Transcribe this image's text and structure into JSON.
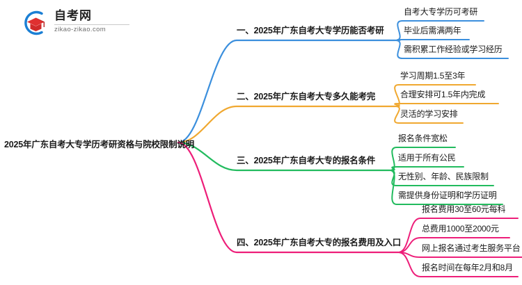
{
  "logo": {
    "title": "自考网",
    "subtitle": "zikao-zikao.com",
    "mark_icon": "graduation-cap-icon",
    "arc_color": "#1b7fd4",
    "cap_color": "#e03030"
  },
  "mindmap": {
    "root": {
      "label": "2025年广东自考大专学历考研资格与院校限制说明"
    },
    "branches": [
      {
        "label": "一、2025年广东自考大专学历能否考研",
        "color": "#3b8fdd",
        "children": [
          {
            "label": "自考大专学历可考研"
          },
          {
            "label": "毕业后需满两年"
          },
          {
            "label": "需积累工作经验或学习经历"
          }
        ]
      },
      {
        "label": "二、2025年广东自考大专多久能考完",
        "color": "#f0a830",
        "children": [
          {
            "label": "学习周期1.5至3年"
          },
          {
            "label": "合理安排可1.5年内完成"
          },
          {
            "label": "灵活的学习安排"
          }
        ]
      },
      {
        "label": "三、2025年广东自考大专的报名条件",
        "color": "#22bb5e",
        "children": [
          {
            "label": "报名条件宽松"
          },
          {
            "label": "适用于所有公民"
          },
          {
            "label": "无性别、年龄、民族限制"
          },
          {
            "label": "需提供身份证明和学历证明"
          }
        ]
      },
      {
        "label": "四、2025年广东自考大专的报名费用及入口",
        "color": "#ed1e79",
        "children": [
          {
            "label": "报名费用30至60元每科"
          },
          {
            "label": "总费用1000至2000元"
          },
          {
            "label": "网上报名通过考生服务平台"
          },
          {
            "label": "报名时间在每年2月和8月"
          }
        ]
      }
    ]
  }
}
